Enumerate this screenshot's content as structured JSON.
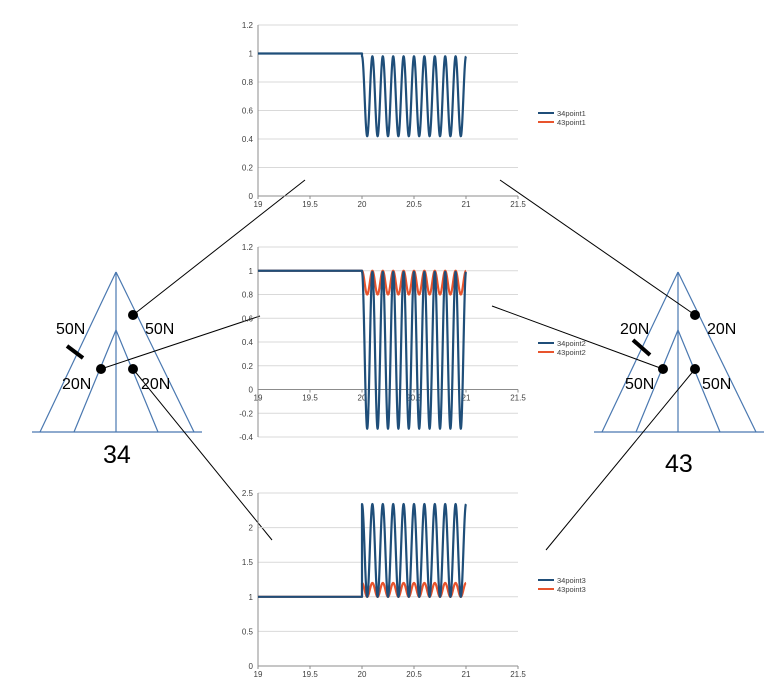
{
  "colors": {
    "series_a": "#1f4e79",
    "series_b": "#e8542d",
    "diagram": "#4a78b0",
    "grid": "#d9d9d9",
    "axis_text": "#404040"
  },
  "structures": {
    "left": {
      "id_label": "34",
      "labels": [
        "50N",
        "50N",
        "20N",
        "20N"
      ]
    },
    "right": {
      "id_label": "43",
      "labels": [
        "20N",
        "20N",
        "50N",
        "50N"
      ]
    }
  },
  "chart_data": [
    {
      "type": "line",
      "title": "",
      "xlim": [
        19,
        21.5
      ],
      "ylim": [
        0,
        1.2
      ],
      "xticks": [
        "19",
        "19.5",
        "20",
        "20.5",
        "21",
        "21.5"
      ],
      "yticks": [
        "0",
        "0.2",
        "0.4",
        "0.6",
        "0.8",
        "1",
        "1.2"
      ],
      "legend_position": "right",
      "series": [
        {
          "name": "34point1",
          "baseline": 1,
          "osc_center": 0.7,
          "osc_amplitude": 0.28,
          "start_x": 20,
          "end_x": 21,
          "cycles": 10
        },
        {
          "name": "43point1",
          "baseline": null,
          "osc_center": null,
          "osc_amplitude": null,
          "start_x": null,
          "end_x": null,
          "cycles": null
        }
      ]
    },
    {
      "type": "line",
      "title": "",
      "xlim": [
        19,
        21.5
      ],
      "ylim": [
        -0.4,
        1.2
      ],
      "xticks": [
        "19",
        "19.5",
        "20",
        "20.5",
        "21",
        "21.5"
      ],
      "yticks": [
        "-0.4",
        "-0.2",
        "0",
        "0.2",
        "0.4",
        "0.6",
        "0.8",
        "1",
        "1.2"
      ],
      "legend_position": "right",
      "series": [
        {
          "name": "34point2",
          "baseline": 1,
          "osc_center": 0.33,
          "osc_amplitude": 0.66,
          "start_x": 20,
          "end_x": 21,
          "cycles": 10
        },
        {
          "name": "43point2",
          "baseline": 1,
          "osc_center": 0.9,
          "osc_amplitude": 0.1,
          "start_x": 20,
          "end_x": 21,
          "cycles": 10
        }
      ]
    },
    {
      "type": "line",
      "title": "",
      "xlim": [
        19,
        21.5
      ],
      "ylim": [
        0,
        2.5
      ],
      "xticks": [
        "19",
        "19.5",
        "20",
        "20.5",
        "21",
        "21.5"
      ],
      "yticks": [
        "0",
        "0.5",
        "1",
        "1.5",
        "2",
        "2.5"
      ],
      "legend_position": "right",
      "series": [
        {
          "name": "34point3",
          "baseline": 1,
          "osc_center": 1.67,
          "osc_amplitude": 0.67,
          "start_x": 20,
          "end_x": 21,
          "cycles": 10
        },
        {
          "name": "43point3",
          "baseline": 1,
          "osc_center": 1.1,
          "osc_amplitude": 0.1,
          "start_x": 20,
          "end_x": 21,
          "cycles": 10
        }
      ]
    }
  ]
}
